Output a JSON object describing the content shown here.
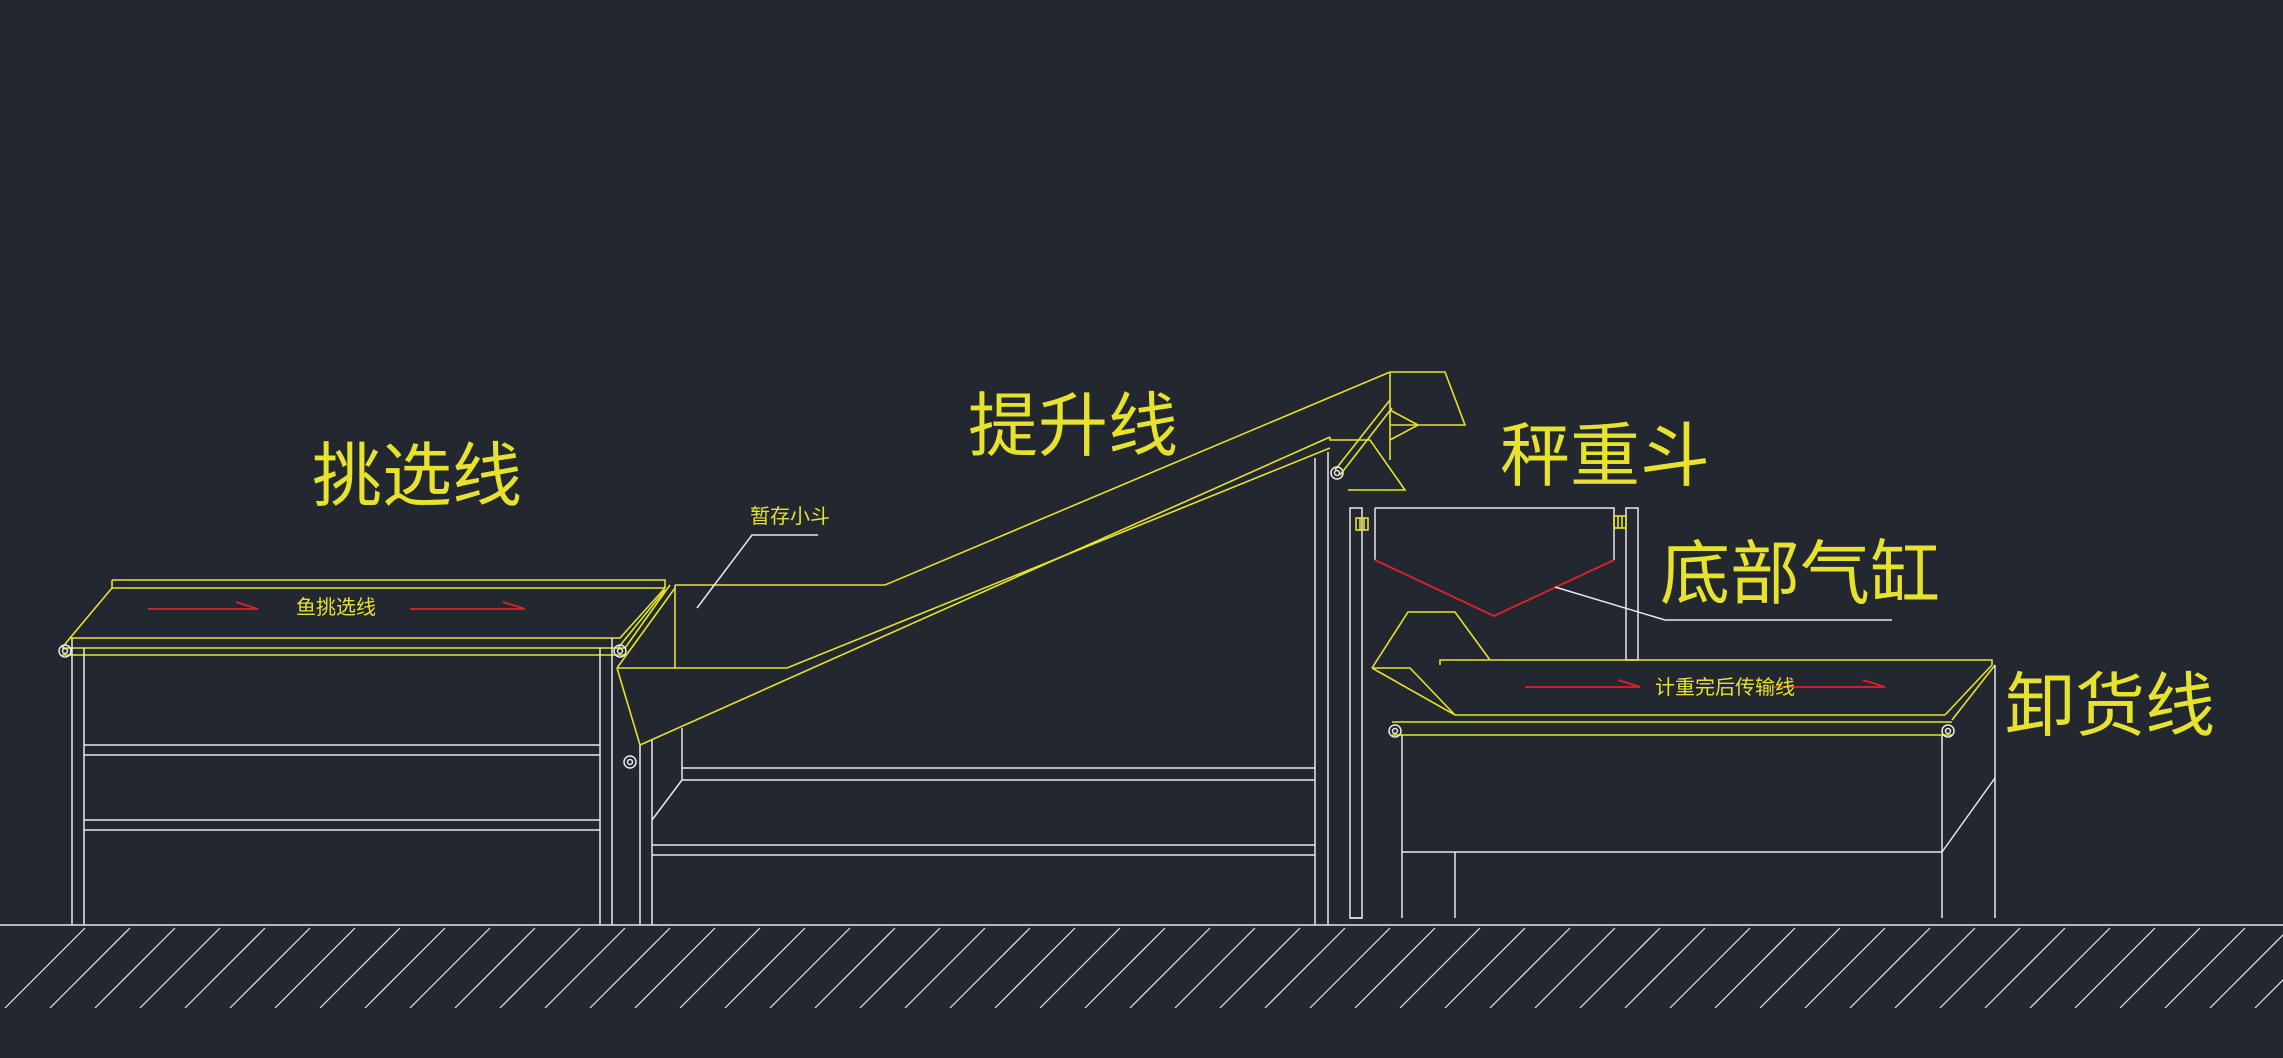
{
  "colors": {
    "background": "#232830",
    "yellow": "#e6e22e",
    "white": "#e8e8e8",
    "red": "#e0202a"
  },
  "labels": {
    "sorting_line": "挑选线",
    "fish_sorting_line": "鱼挑选线",
    "temp_hopper": "暂存小斗",
    "lifting_line": "提升线",
    "weighing_hopper": "秤重斗",
    "bottom_cylinder": "底部气缸",
    "post_weigh_conveyor": "计重完后传输线",
    "unloading_line": "卸货线"
  }
}
